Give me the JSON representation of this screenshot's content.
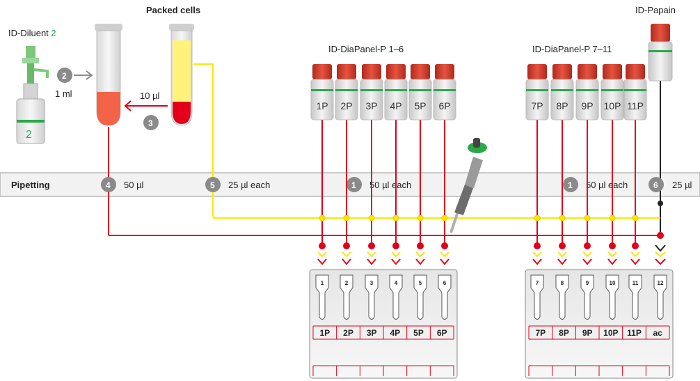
{
  "labels": {
    "packed_cells": "Packed cells",
    "id_diluent": "ID-Diluent",
    "diluent_number": "2",
    "id_papain": "ID-Papain",
    "panel_1_6": "ID-DiaPanel-P 1–6",
    "panel_7_11": "ID-DiaPanel-P 7–11",
    "one_ml": "1 ml",
    "ten_ul": "10 µl",
    "pipetting": "Pipetting"
  },
  "steps": [
    {
      "number": "4",
      "text": "50 µl"
    },
    {
      "number": "5",
      "text": "25 µl each"
    },
    {
      "number": "1",
      "text": "50 µl each"
    },
    {
      "number": "1",
      "text": "50 µl each"
    },
    {
      "number": "6",
      "text": "25 µl"
    }
  ],
  "step_markers": {
    "two": "2",
    "three": "3"
  },
  "vials_left": [
    "1P",
    "2P",
    "3P",
    "4P",
    "5P",
    "6P"
  ],
  "vials_right": [
    "7P",
    "8P",
    "9P",
    "10P",
    "11P"
  ],
  "card_left": {
    "tube_numbers": [
      "1",
      "2",
      "3",
      "4",
      "5",
      "6"
    ],
    "labels": [
      "1P",
      "2P",
      "3P",
      "4P",
      "5P",
      "6P"
    ]
  },
  "card_right": {
    "tube_numbers": [
      "7",
      "8",
      "9",
      "10",
      "11",
      "12"
    ],
    "labels": [
      "7P",
      "8P",
      "9P",
      "10P",
      "11P",
      "ac"
    ]
  },
  "colors": {
    "red": "#e2001a",
    "yellow": "#ffe600",
    "gray_band": "#f2f2f2",
    "step_circle": "#8a8a8a",
    "green": "#2aa84a",
    "cap_red": "#d8392b"
  },
  "icons": {
    "diluent_dispenser": "dispenser-bottle-icon",
    "pipette": "pipette-icon",
    "cards": "gel-card-icon"
  }
}
